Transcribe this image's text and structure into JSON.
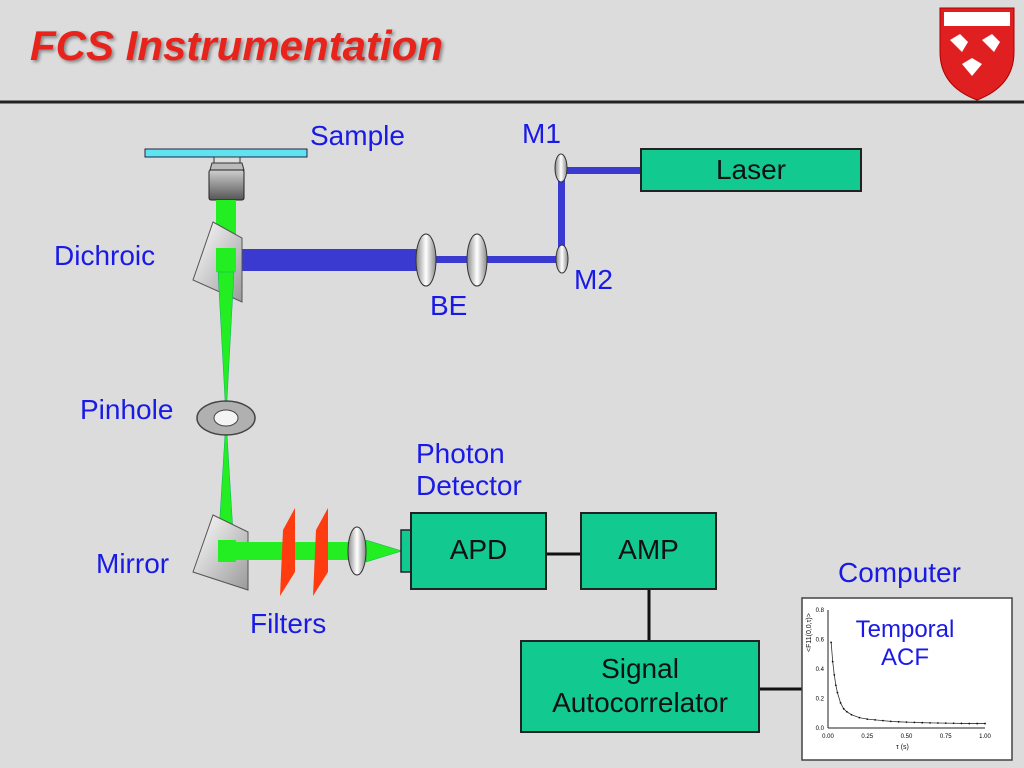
{
  "slide": {
    "title": "FCS Instrumentation",
    "colors": {
      "title": "#e8231c",
      "label": "#1a1ae6",
      "box": "#12c98f",
      "laser_beam": "#3a3ad0",
      "emission_beam": "#22ee22",
      "filter": "#ff3b10"
    }
  },
  "labels": {
    "sample": "Sample",
    "m1": "M1",
    "m2": "M2",
    "be": "BE",
    "dichroic": "Dichroic",
    "pinhole": "Pinhole",
    "mirror": "Mirror",
    "filters": "Filters",
    "photon_detector_line1": "Photon",
    "photon_detector_line2": "Detector",
    "computer": "Computer"
  },
  "boxes": {
    "laser": "Laser",
    "apd": "APD",
    "amp": "AMP",
    "signal_line1": "Signal",
    "signal_line2": "Autocorrelator"
  },
  "screen": {
    "text_line1": "Temporal",
    "text_line2": "ACF",
    "y_axis_label": "<F11(0,0,τ)>",
    "x_axis_label": "τ (s)"
  },
  "chart_data": {
    "type": "scatter",
    "xlim": [
      0.0,
      1.0
    ],
    "ylim": [
      0.0,
      0.8
    ],
    "x_ticks": [
      "0.00",
      "0.25",
      "0.50",
      "0.75",
      "1.00"
    ],
    "y_ticks": [
      "0.0",
      "0.2",
      "0.4",
      "0.6",
      "0.8"
    ],
    "x": [
      0.02,
      0.03,
      0.04,
      0.05,
      0.06,
      0.08,
      0.1,
      0.12,
      0.15,
      0.2,
      0.25,
      0.3,
      0.35,
      0.4,
      0.45,
      0.5,
      0.55,
      0.6,
      0.65,
      0.7,
      0.75,
      0.8,
      0.85,
      0.9,
      0.95,
      1.0
    ],
    "y": [
      0.58,
      0.45,
      0.36,
      0.29,
      0.24,
      0.17,
      0.13,
      0.11,
      0.09,
      0.07,
      0.06,
      0.055,
      0.05,
      0.045,
      0.042,
      0.04,
      0.038,
      0.036,
      0.035,
      0.034,
      0.033,
      0.032,
      0.031,
      0.03,
      0.03,
      0.03
    ]
  }
}
